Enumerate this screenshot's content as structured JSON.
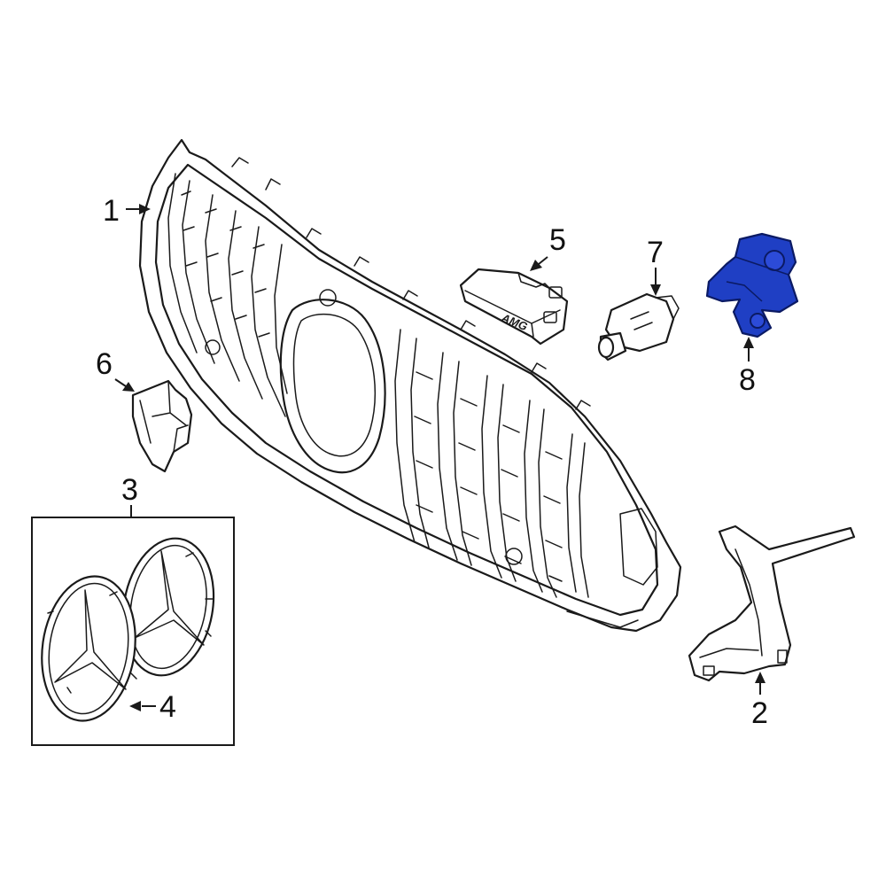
{
  "callouts": [
    {
      "id": "1",
      "label": "1"
    },
    {
      "id": "2",
      "label": "2"
    },
    {
      "id": "3",
      "label": "3"
    },
    {
      "id": "4",
      "label": "4"
    },
    {
      "id": "5",
      "label": "5"
    },
    {
      "id": "6",
      "label": "6"
    },
    {
      "id": "7",
      "label": "7"
    },
    {
      "id": "8",
      "label": "8"
    }
  ],
  "emblem_text": "AMG",
  "highlight_color": "#1f3fc4",
  "highlighted_part": "8"
}
